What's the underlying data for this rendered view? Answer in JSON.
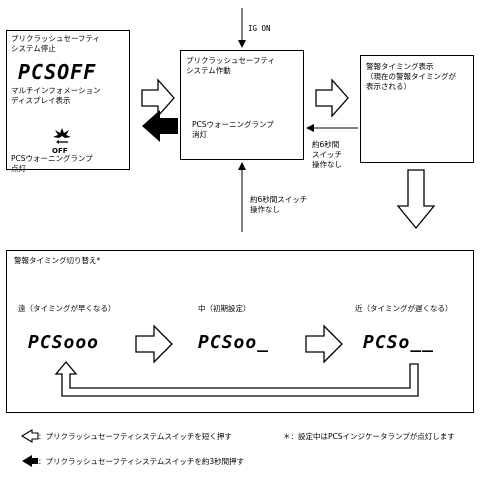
{
  "top_box": {
    "title": "プリクラッシュセーフティ\nシステム停止",
    "display_code": "PCSOFF",
    "display_note": "マルチインフォメーション\nディスプレイ表示",
    "lamp_icon_text": "OFF",
    "lamp_label": "PCSウォーニングランプ\n点灯"
  },
  "ig_on": "IG ON",
  "middle_box": {
    "title": "プリクラッシュセーフティ\nシステム作動",
    "lamp_label": "PCSウォーニングランプ\n消灯"
  },
  "right_box": {
    "title": "警報タイミング表示\n（現在の警報タイミングが\n表示される）"
  },
  "wait_label_right": "約6秒間\nスイッチ\n操作なし",
  "wait_label_bottom": "約6秒間スイッチ\n操作なし",
  "timing_box": {
    "title": "警報タイミング切り替え*",
    "settings": [
      {
        "label": "遠（タイミングが早くなる）",
        "code": "PCSooo"
      },
      {
        "label": "中（初期設定）",
        "code": "PCSoo_"
      },
      {
        "label": "近（タイミングが遅くなる）",
        "code": "PCSo__"
      }
    ]
  },
  "legend": {
    "short_press": "：プリクラッシュセーフティシステムスイッチを短く押す",
    "note": "＊：設定中はPCSインジケータランプが点灯します",
    "long_press": "：プリクラッシュセーフティシステムスイッチを約3秒間押す"
  }
}
